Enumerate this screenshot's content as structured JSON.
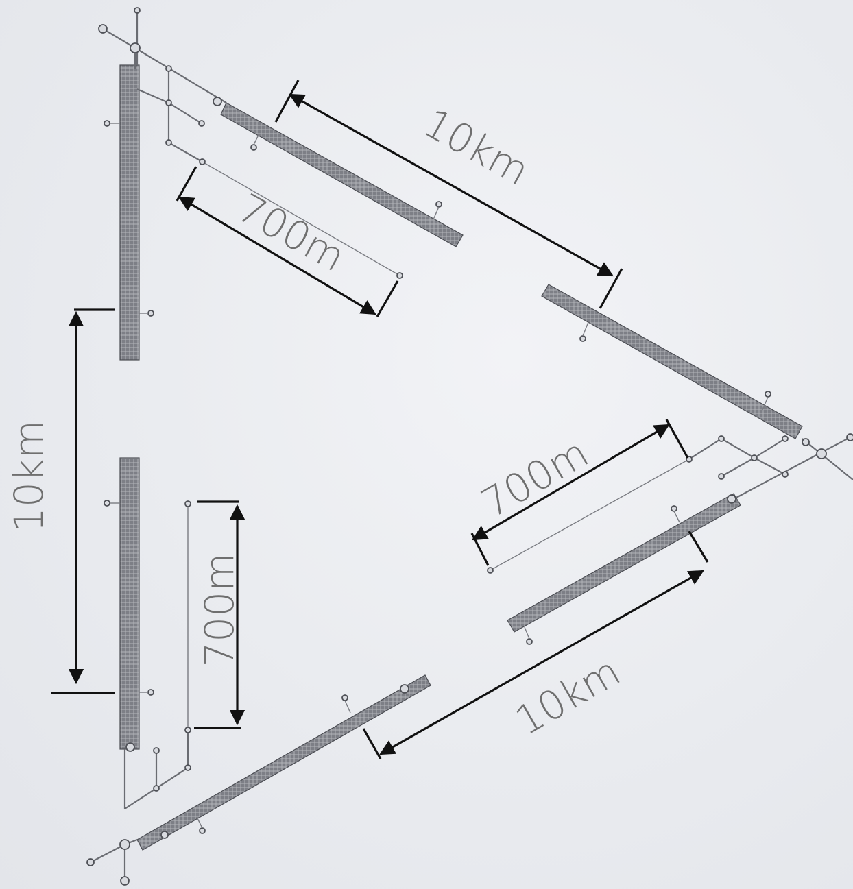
{
  "labels": {
    "arm_top_long": "10km",
    "arm_top_short": "700m",
    "arm_left_long": "10km",
    "arm_left_short": "700m",
    "arm_bottom_long": "10km",
    "arm_bottom_short": "700m"
  }
}
